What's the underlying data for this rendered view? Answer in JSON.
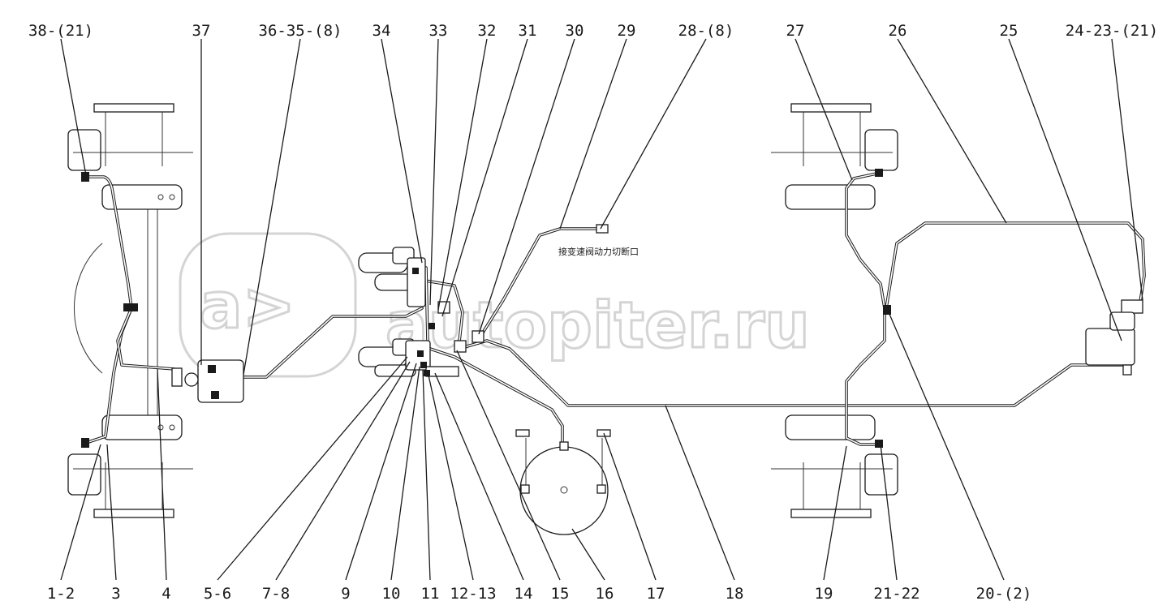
{
  "watermark": {
    "text": "autopiter.ru",
    "logo": "a>"
  },
  "note": "接变速阀动力切断口",
  "labels_top": [
    {
      "id": "38",
      "text": "38-(21)"
    },
    {
      "id": "37",
      "text": "37"
    },
    {
      "id": "36",
      "text": "36-35-(8)"
    },
    {
      "id": "34",
      "text": "34"
    },
    {
      "id": "33",
      "text": "33"
    },
    {
      "id": "32",
      "text": "32"
    },
    {
      "id": "31",
      "text": "31"
    },
    {
      "id": "30",
      "text": "30"
    },
    {
      "id": "29",
      "text": "29"
    },
    {
      "id": "28",
      "text": "28-(8)"
    },
    {
      "id": "27",
      "text": "27"
    },
    {
      "id": "26",
      "text": "26"
    },
    {
      "id": "25",
      "text": "25"
    },
    {
      "id": "24",
      "text": "24-23-(21)"
    }
  ],
  "labels_bottom": [
    {
      "id": "1",
      "text": "1-2"
    },
    {
      "id": "3",
      "text": "3"
    },
    {
      "id": "4",
      "text": "4"
    },
    {
      "id": "5",
      "text": "5-6"
    },
    {
      "id": "7",
      "text": "7-8"
    },
    {
      "id": "9",
      "text": "9"
    },
    {
      "id": "10",
      "text": "10"
    },
    {
      "id": "11",
      "text": "11"
    },
    {
      "id": "12",
      "text": "12-13"
    },
    {
      "id": "14",
      "text": "14"
    },
    {
      "id": "15",
      "text": "15"
    },
    {
      "id": "16",
      "text": "16"
    },
    {
      "id": "17",
      "text": "17"
    },
    {
      "id": "18",
      "text": "18"
    },
    {
      "id": "19",
      "text": "19"
    },
    {
      "id": "21",
      "text": "21-22"
    },
    {
      "id": "20",
      "text": "20-(2)"
    }
  ]
}
